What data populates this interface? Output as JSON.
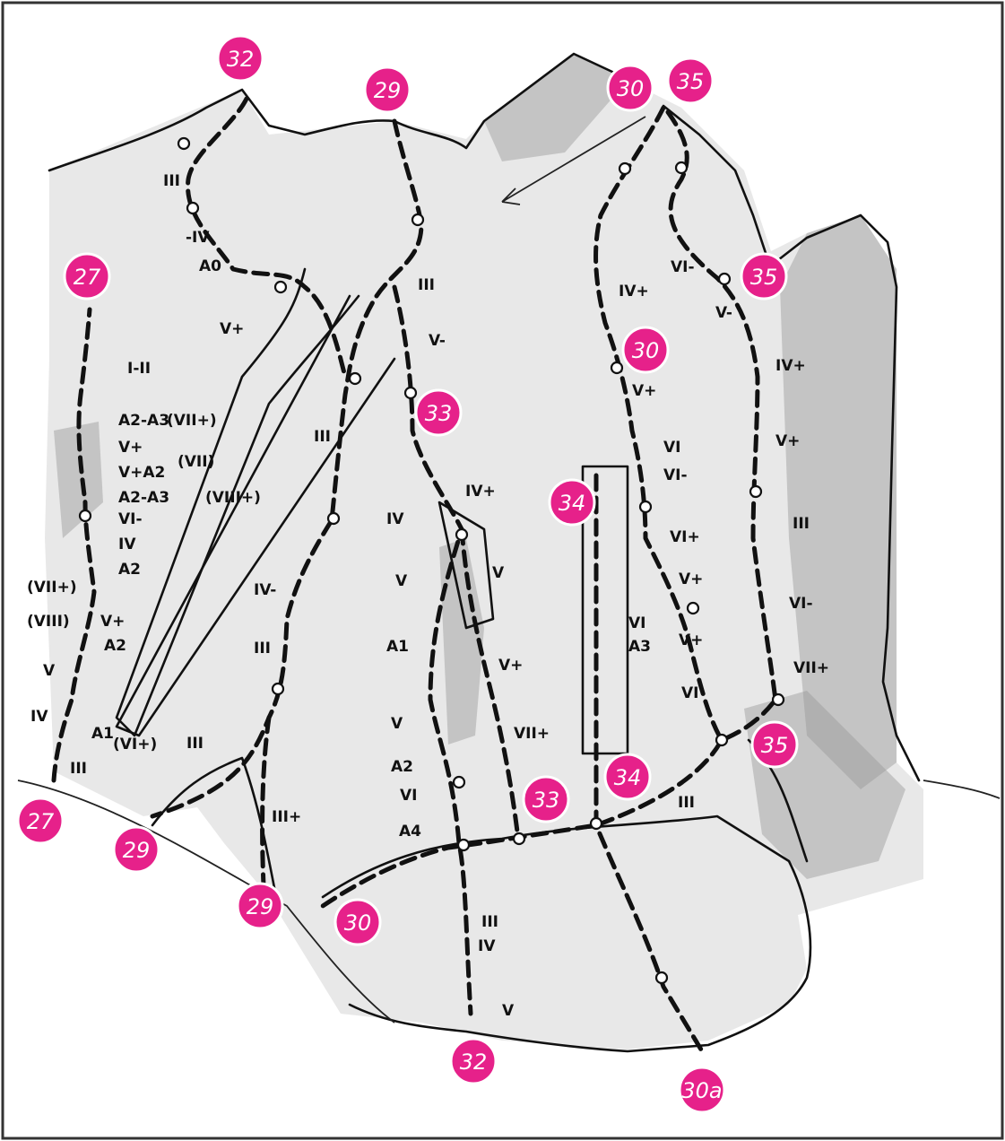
{
  "route_numbers": [
    {
      "label": "32",
      "name": "route-32-top"
    },
    {
      "label": "29",
      "name": "route-29-top"
    },
    {
      "label": "30",
      "name": "route-30-top"
    },
    {
      "label": "35",
      "name": "route-35-top"
    },
    {
      "label": "27",
      "name": "route-27-top"
    },
    {
      "label": "35",
      "name": "route-35-upper"
    },
    {
      "label": "30",
      "name": "route-30-mid"
    },
    {
      "label": "33",
      "name": "route-33-mid"
    },
    {
      "label": "34",
      "name": "route-34-mid"
    },
    {
      "label": "35",
      "name": "route-35-base"
    },
    {
      "label": "34",
      "name": "route-34-base"
    },
    {
      "label": "33",
      "name": "route-33-base"
    },
    {
      "label": "27",
      "name": "route-27-base"
    },
    {
      "label": "29",
      "name": "route-29-base-left"
    },
    {
      "label": "29",
      "name": "route-29-base-right"
    },
    {
      "label": "30",
      "name": "route-30-base"
    },
    {
      "label": "32",
      "name": "route-32-base"
    },
    {
      "label": "30a",
      "name": "route-30a-base"
    }
  ],
  "grades": [
    {
      "text": "III",
      "name": "grade-r32-iii"
    },
    {
      "text": "-IV",
      "name": "grade-r32-iv-minus"
    },
    {
      "text": "A0",
      "name": "grade-r32-a0"
    },
    {
      "text": "V+",
      "name": "grade-r32-v-plus"
    },
    {
      "text": "III",
      "name": "grade-r29-iii-top"
    },
    {
      "text": "V-",
      "name": "grade-r29-v-minus"
    },
    {
      "text": "III",
      "name": "grade-ramp-iii"
    },
    {
      "text": "IV-",
      "name": "grade-r29-iv-minus"
    },
    {
      "text": "III",
      "name": "grade-r29-iii-mid"
    },
    {
      "text": "III",
      "name": "grade-r29-iii-low"
    },
    {
      "text": "III+",
      "name": "grade-r29-iii-plus"
    },
    {
      "text": "I-II",
      "name": "grade-r27-i-ii"
    },
    {
      "text": "A2-A3",
      "name": "grade-r27-a2a3"
    },
    {
      "text": "(VII+)",
      "name": "grade-r27-vii-plus-top"
    },
    {
      "text": "V+",
      "name": "grade-r27-v-plus"
    },
    {
      "text": "(VII)",
      "name": "grade-r27-vii"
    },
    {
      "text": "V+A2",
      "name": "grade-r27-v-plus-a2"
    },
    {
      "text": "A2-A3",
      "name": "grade-r27-a2a3-b"
    },
    {
      "text": "(VIII+)",
      "name": "grade-r27-viii-plus"
    },
    {
      "text": "VI-",
      "name": "grade-r27-vi-minus"
    },
    {
      "text": "IV",
      "name": "grade-r27-iv"
    },
    {
      "text": "A2",
      "name": "grade-r27-a2"
    },
    {
      "text": "(VII+)",
      "name": "grade-r27-vii-plus"
    },
    {
      "text": "V+",
      "name": "grade-r27-v-plus-b"
    },
    {
      "text": "(VIII)",
      "name": "grade-r27-viii"
    },
    {
      "text": "A2",
      "name": "grade-r27-a2-b"
    },
    {
      "text": "V",
      "name": "grade-r27-v"
    },
    {
      "text": "IV",
      "name": "grade-r27-iv-b"
    },
    {
      "text": "A1",
      "name": "grade-r27-a1"
    },
    {
      "text": "(VI+)",
      "name": "grade-r27-vi-plus"
    },
    {
      "text": "III",
      "name": "grade-r27-iii"
    },
    {
      "text": "IV+",
      "name": "grade-r33-iv-plus"
    },
    {
      "text": "IV",
      "name": "grade-r33-iv"
    },
    {
      "text": "V",
      "name": "grade-r33-v-right"
    },
    {
      "text": "V",
      "name": "grade-r33-v-left"
    },
    {
      "text": "A1",
      "name": "grade-r33-a1"
    },
    {
      "text": "V+",
      "name": "grade-r33-v-plus"
    },
    {
      "text": "V",
      "name": "grade-r33-v-low"
    },
    {
      "text": "VII+",
      "name": "grade-r33-vii-plus"
    },
    {
      "text": "A2",
      "name": "grade-r33-a2"
    },
    {
      "text": "VI",
      "name": "grade-r33-vi"
    },
    {
      "text": "A4",
      "name": "grade-r33-a4"
    },
    {
      "text": "III",
      "name": "grade-r32-iii-low"
    },
    {
      "text": "IV",
      "name": "grade-r32-iv-low"
    },
    {
      "text": "V",
      "name": "grade-r32-v-low"
    },
    {
      "text": "IV+",
      "name": "grade-r30-iv-plus"
    },
    {
      "text": "V+",
      "name": "grade-r30-v-plus"
    },
    {
      "text": "VI",
      "name": "grade-r30-vi"
    },
    {
      "text": "VI-",
      "name": "grade-r30-vi-minus"
    },
    {
      "text": "VI+",
      "name": "grade-r30-vi-plus"
    },
    {
      "text": "V+",
      "name": "grade-r30-v-plus-b"
    },
    {
      "text": "V+",
      "name": "grade-r30-v-plus-c"
    },
    {
      "text": "VI",
      "name": "grade-r30-vi-b"
    },
    {
      "text": "VI",
      "name": "grade-r34-vi"
    },
    {
      "text": "A3",
      "name": "grade-r34-a3"
    },
    {
      "text": "III",
      "name": "grade-r34-iii"
    },
    {
      "text": "VI-",
      "name": "grade-r35-vi-minus-top"
    },
    {
      "text": "V-",
      "name": "grade-r35-v-minus"
    },
    {
      "text": "IV+",
      "name": "grade-r35-iv-plus"
    },
    {
      "text": "V+",
      "name": "grade-r35-v-plus"
    },
    {
      "text": "III",
      "name": "grade-r35-iii"
    },
    {
      "text": "VI-",
      "name": "grade-r35-vi-minus"
    },
    {
      "text": "VII+",
      "name": "grade-r35-vii-plus"
    }
  ],
  "colors": {
    "badge": "#e6218a",
    "line": "#111111",
    "background": "#ffffff"
  }
}
